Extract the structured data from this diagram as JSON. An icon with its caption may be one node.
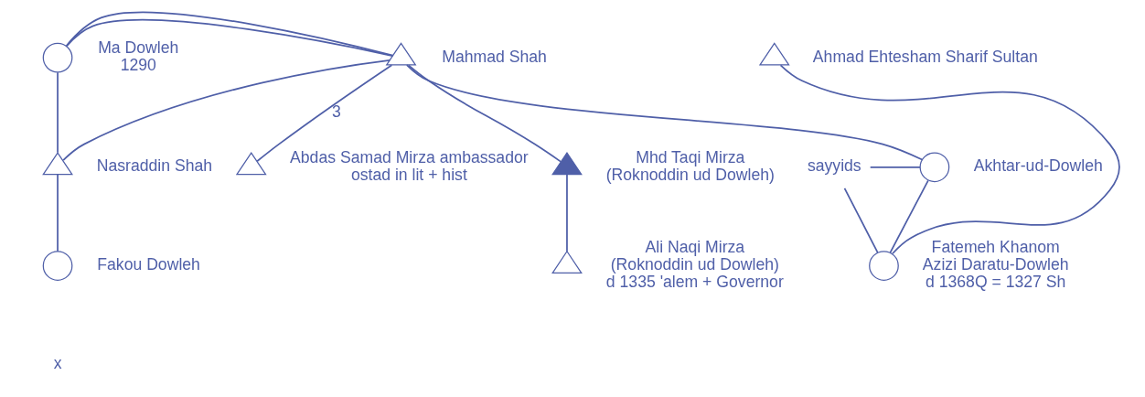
{
  "diagram": {
    "nodes": [
      {
        "text": [],
        "shape": "triangle",
        "beside": [
          "Mahmad Shah"
        ]
      },
      {
        "text": [],
        "shape": "circle",
        "beside": [
          "Ma Dowleh",
          "1290"
        ]
      },
      {
        "text": [],
        "shape": "triangle",
        "beside": [
          "Nasraddin Shah"
        ]
      },
      {
        "text": [],
        "shape": "circle",
        "beside": [
          "Fakou Dowleh"
        ]
      },
      {
        "text": [
          "sayyids"
        ]
      },
      {
        "text": [],
        "shape": "circle",
        "beside": [
          "Akhtar-ud-Dowleh"
        ]
      },
      {
        "text": [],
        "shape": "triangle",
        "beside": [
          "Abdas Samad Mirza ambassador",
          "ostad in lit + hist"
        ]
      },
      {
        "text": [],
        "shape": "triangle",
        "beside": [
          "Mhd Taqi Mirza",
          "(Roknoddin ud Dowleh)"
        ]
      },
      {
        "text": [],
        "shape": "triangle",
        "beside": [
          "Ali Naqi Mirza",
          "(Roknoddin ud Dowleh)",
          "d 1335 'alem + Governor"
        ]
      },
      {
        "text": [],
        "shape": "triangle",
        "beside": [
          "Ahmad Ehtesham Sharif Sultan"
        ]
      },
      {
        "text": [],
        "shape": "circle",
        "beside": [
          "Fatemeh Khanom",
          "Azizi Daratu-Dowleh",
          "d 1368Q = 1327 Sh"
        ]
      }
    ],
    "edges": [
      {
        "from": 0,
        "to": 1,
        "arrow": "none"
      },
      {
        "from": 0,
        "to": 2,
        "arrow": "none"
      },
      {
        "from": 1,
        "to": 2,
        "arrow": "none"
      },
      {
        "from": 2,
        "to": 3,
        "arrow": "none"
      },
      {
        "from": 0,
        "to": 5,
        "arrow": "none"
      },
      {
        "from": 0,
        "to": 6,
        "arrow": "none",
        "label": "3"
      },
      {
        "from": 0,
        "to": 7,
        "arrow": "none"
      },
      {
        "from": 7,
        "to": 8,
        "arrow": "none"
      },
      {
        "from": 4,
        "to": 5,
        "arrow": "none"
      },
      {
        "from": 4,
        "to": 10,
        "arrow": "none"
      },
      {
        "from": 5,
        "to": 10,
        "arrow": "none"
      },
      {
        "from": 9,
        "to": 10,
        "arrow": "none"
      }
    ],
    "labels": [
      "x"
    ]
  }
}
